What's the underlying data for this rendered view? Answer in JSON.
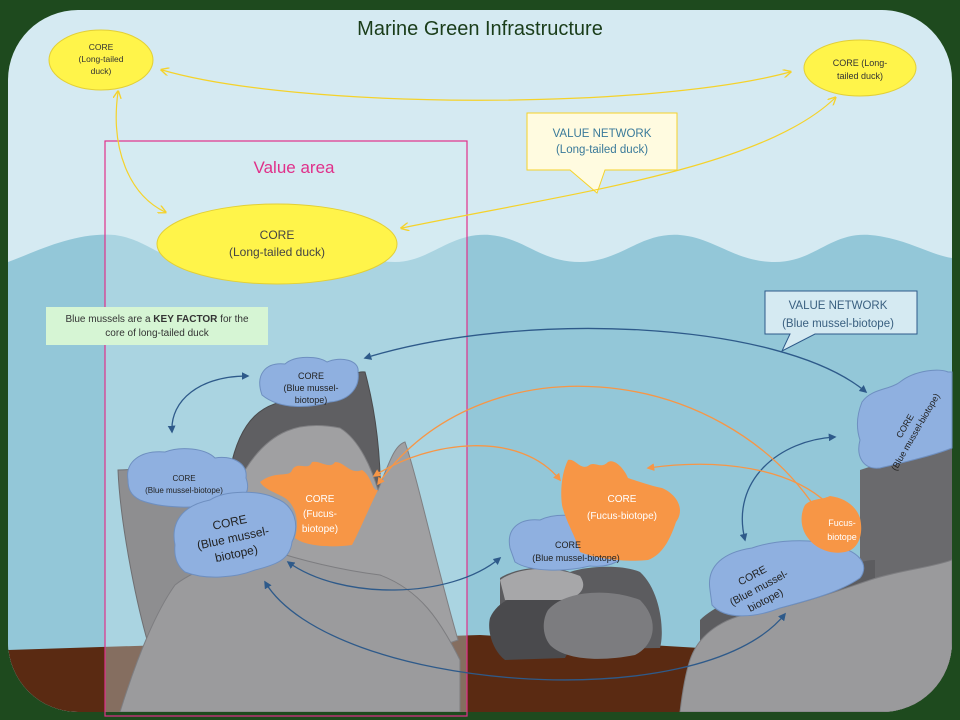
{
  "title": "Marine Green Infrastructure",
  "value_area": {
    "label": "Value area"
  },
  "key_factor_note": {
    "line1_pre": "Blue mussels are a ",
    "line1_bold": "KEY FACTOR",
    "line1_post": " for the",
    "line2": "core of long-tailed duck"
  },
  "callouts": {
    "duck_network": {
      "line1": "VALUE NETWORK",
      "line2": "(Long-tailed duck)"
    },
    "mussel_network": {
      "line1": "VALUE NETWORK",
      "line2": "(Blue mussel-biotope)"
    }
  },
  "cores": {
    "duck_small_left": {
      "l1": "CORE",
      "l2": "(Long-tailed",
      "l3": "duck)"
    },
    "duck_small_right": {
      "l1": "CORE (Long-",
      "l2": "tailed duck)"
    },
    "duck_main": {
      "l1": "CORE",
      "l2": "(Long-tailed duck)"
    },
    "mussel_top": {
      "l1": "CORE",
      "l2": "(Blue mussel-",
      "l3": "biotope)"
    },
    "mussel_left": {
      "l1": "CORE",
      "l2": "(Blue mussel-biotope)"
    },
    "mussel_big_left": {
      "l1": "CORE",
      "l2": "(Blue mussel-",
      "l3": "biotope)"
    },
    "fucus_left": {
      "l1": "CORE",
      "l2": "(Fucus-",
      "l3": "biotope)"
    },
    "fucus_mid": {
      "l1": "CORE",
      "l2": "(Fucus-biotope)"
    },
    "mussel_mid": {
      "l1": "CORE",
      "l2": "(Blue mussel-biotope)"
    },
    "fucus_right": {
      "l1": "Fucus-",
      "l2": "biotope"
    },
    "mussel_right_wall": {
      "l1": "CORE",
      "l2": "(Blue mussel-biotope)"
    },
    "mussel_right_low": {
      "l1": "CORE",
      "l2": "(Blue mussel-",
      "l3": "biotope)"
    }
  },
  "colors": {
    "frame": "#1e4a1e",
    "sky": "#d5eaf2",
    "sea": "#93c7d8",
    "seabed": "#5a2a12",
    "duck_core": "#fff44a",
    "mussel_core": "#8fb0e0",
    "fucus_core": "#f79646",
    "duck_arrow": "#f5d22a",
    "mussel_arrow": "#2e5a8a",
    "fucus_arrow": "#f79646",
    "value_area_border": "#e0308a"
  }
}
